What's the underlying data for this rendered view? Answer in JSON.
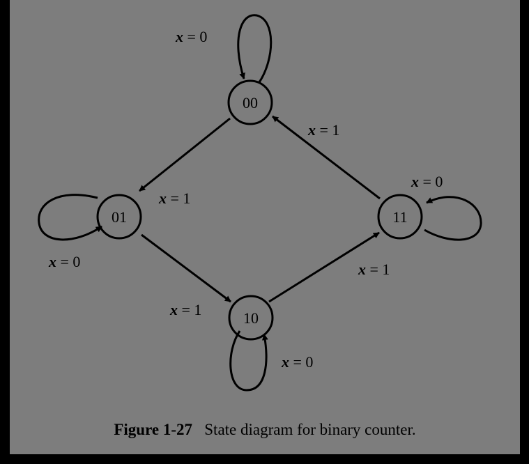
{
  "colors": {
    "frame": "#000000",
    "panel": "#7d7d7d",
    "ink": "#000000"
  },
  "states": {
    "s00": "00",
    "s01": "01",
    "s10": "10",
    "s11": "11"
  },
  "transitions": {
    "var": "x",
    "self_loop_00": "= 0",
    "self_loop_01": "= 0",
    "self_loop_10": "= 0",
    "self_loop_11": "= 0",
    "t00_01": "= 1",
    "t01_10": "= 1",
    "t10_11": "= 1",
    "t11_00": "= 1"
  },
  "caption": {
    "figure_number": "Figure 1-27",
    "text": "State diagram for binary counter."
  }
}
